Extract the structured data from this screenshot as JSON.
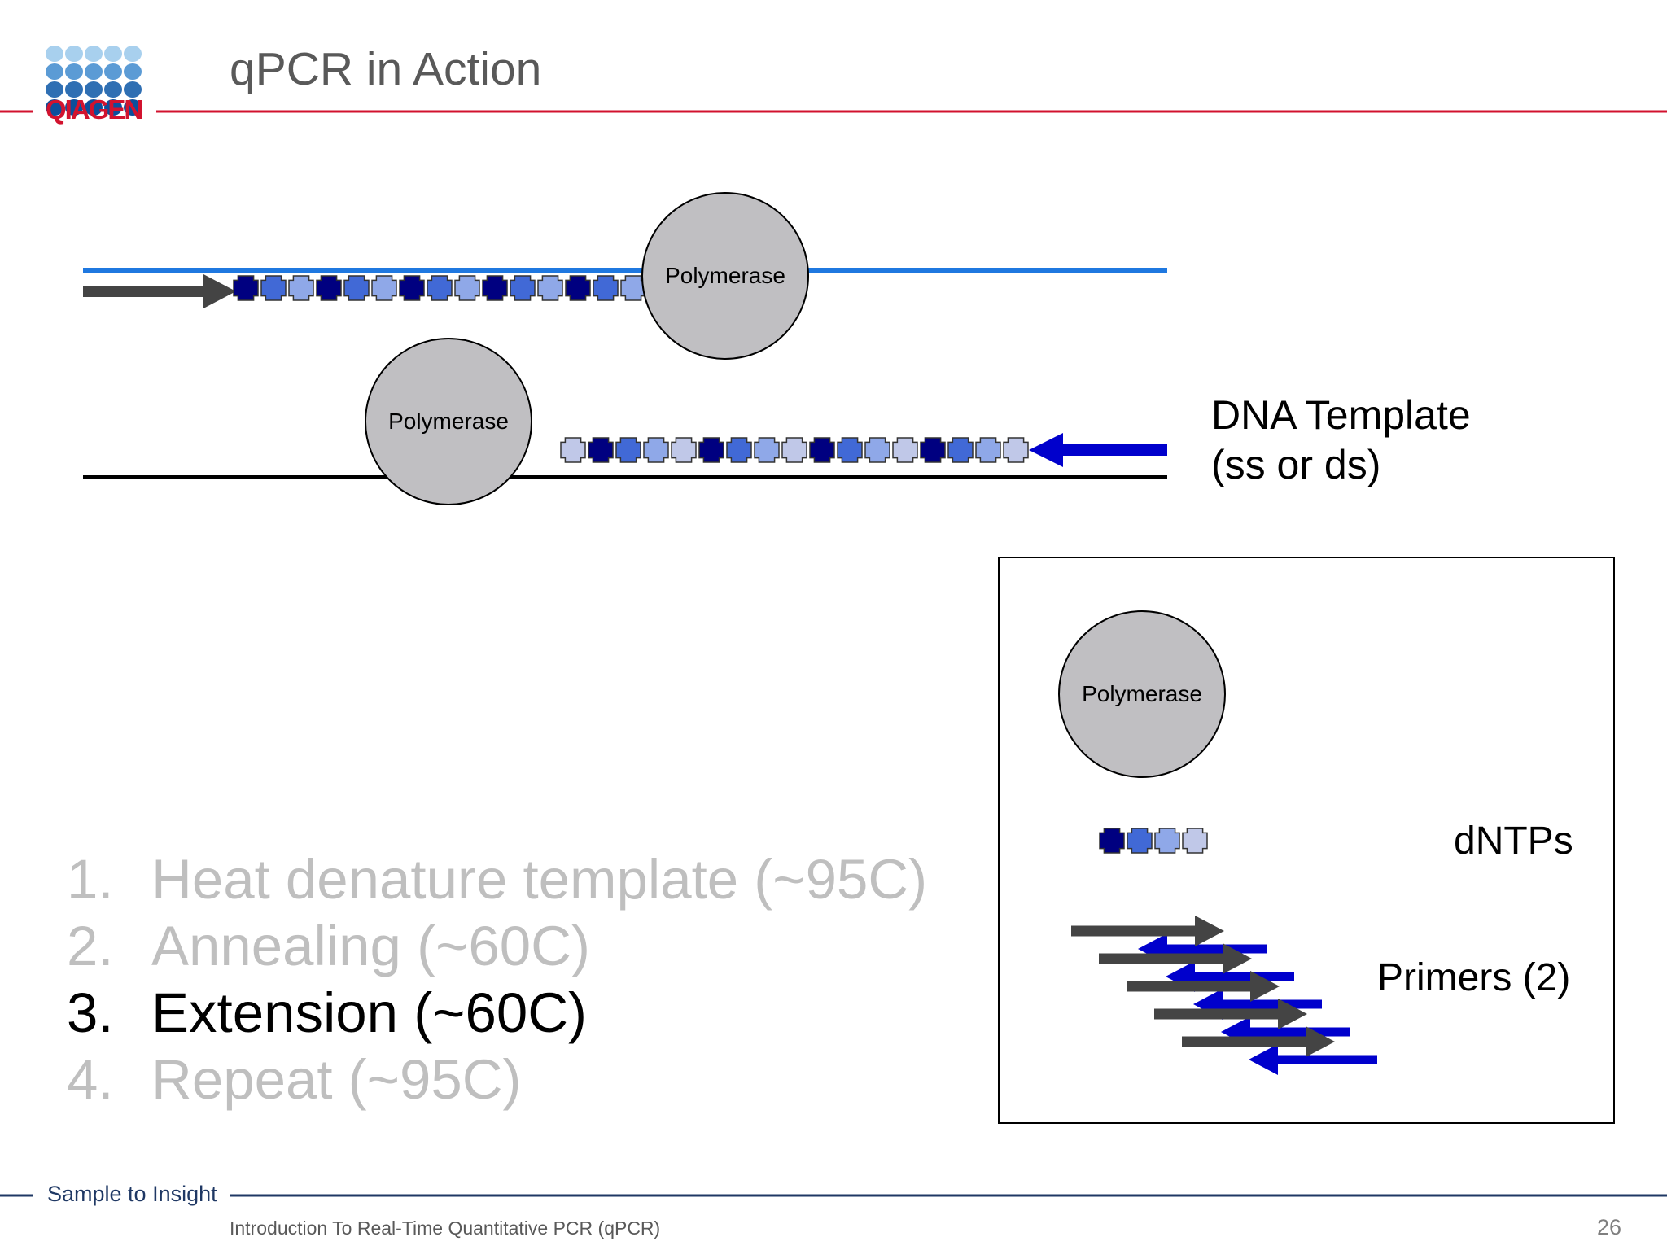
{
  "header": {
    "title": "qPCR in Action",
    "logo_text": "QIAGEN"
  },
  "diagram": {
    "dna_template_label_line1": "DNA Template",
    "dna_template_label_line2": "(ss or ds)",
    "polymerase_label": "Polymerase",
    "colors": {
      "upper_strand": "#1f78e0",
      "lower_strand": "#000000",
      "forward_primer": "#444444",
      "reverse_primer": "#0000cc",
      "nucleotide_dark": "#000080",
      "nucleotide_medium": "#4169d6",
      "nucleotide_light": "#8fa8e8",
      "nucleotide_pale": "#c0c8e8",
      "polymerase_fill": "#c0bfc2"
    }
  },
  "legend": {
    "polymerase_label": "Polymerase",
    "dntps_label": "dNTPs",
    "primers_label": "Primers (2)"
  },
  "steps": [
    {
      "number": "1.",
      "text": "Heat denature template (~95C)",
      "state": "dim"
    },
    {
      "number": "2.",
      "text": "Annealing (~60C)",
      "state": "dim"
    },
    {
      "number": "3.",
      "text": "Extension (~60C)",
      "state": "active"
    },
    {
      "number": "4.",
      "text": "Repeat (~95C)",
      "state": "dim"
    }
  ],
  "footer": {
    "tagline": "Sample to Insight",
    "presentation_title": "Introduction To Real-Time Quantitative PCR (qPCR)",
    "page_number": "26"
  },
  "brand_colors": {
    "red": "#d2122e",
    "navy": "#1f3864"
  }
}
